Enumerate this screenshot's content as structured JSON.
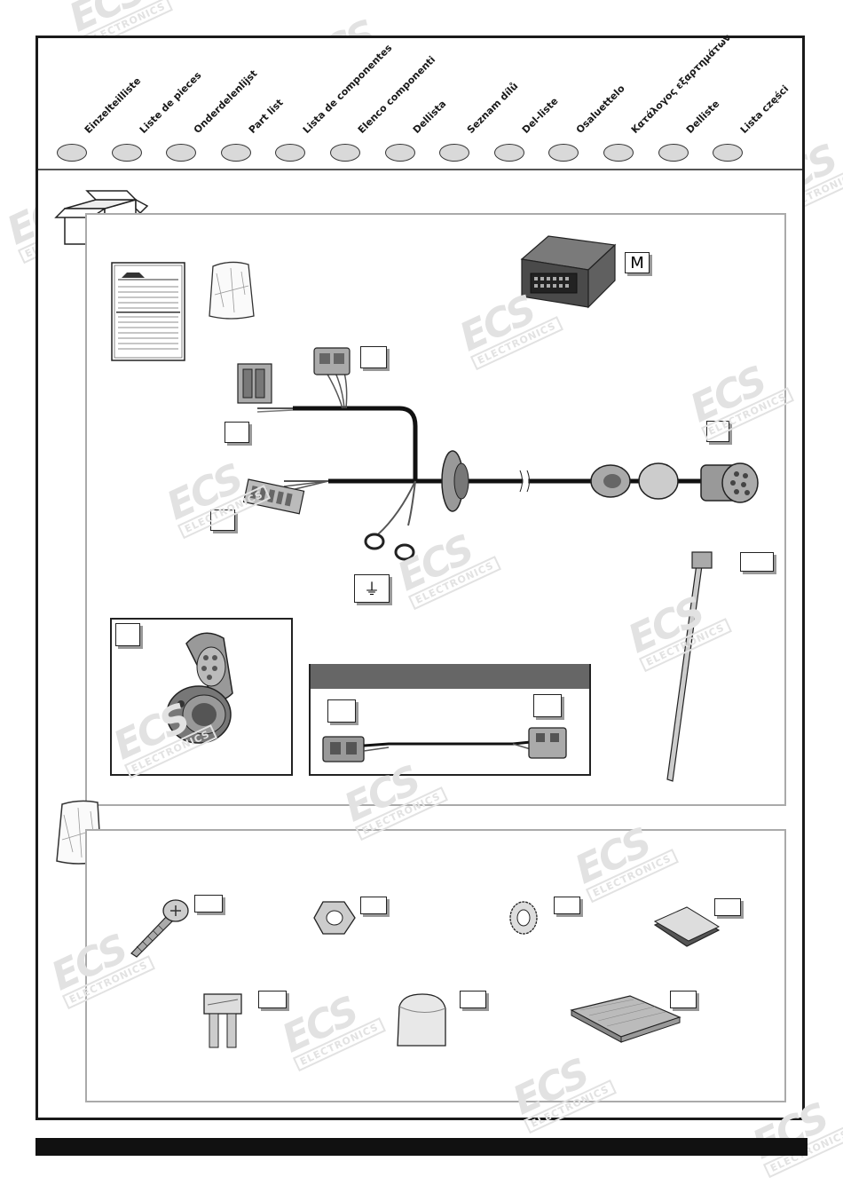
{
  "header": {
    "languages": [
      "Einzelteilliste",
      "Liste de pieces",
      "Onderdelenlijst",
      "Part list",
      "Lista de componentes",
      "Elenco componenti",
      "Dellista",
      "Seznam dílů",
      "Del-liste",
      "Osaluettelo",
      "Κατάλογος εξαρτημάτων",
      "Delliste",
      "Lista części"
    ]
  },
  "watermark": {
    "brand": "ECS",
    "sub": "ELECTRONICS"
  },
  "parts": {
    "module_label": "M",
    "ground_symbol": "⏚"
  },
  "colors": {
    "frame": "#1a1a1a",
    "panel_border": "#aaaaaa",
    "circle_fill": "#d9d9d9",
    "subbar": "#666666",
    "watermark": "#e2e2e2"
  }
}
